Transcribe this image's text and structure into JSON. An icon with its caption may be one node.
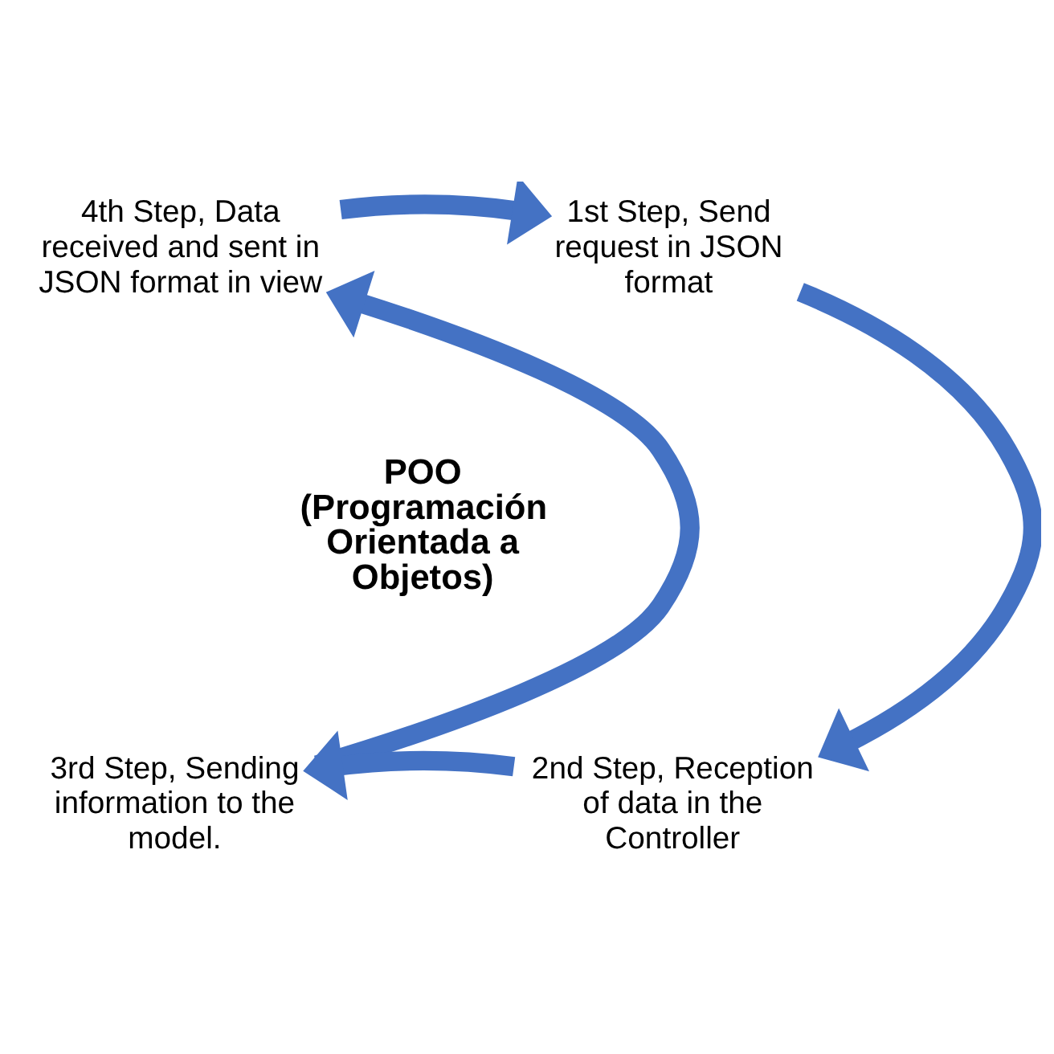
{
  "diagram": {
    "nodes": [
      {
        "text": [
          "4th Step, Data received and sent in JSON format in view"
        ]
      },
      {
        "text": [
          "1st Step, Send request in JSON format"
        ]
      },
      {
        "text": [
          "POO (Programación Orientada a Objetos)"
        ]
      },
      {
        "text": [
          "3rd Step, Sending information to the model."
        ]
      },
      {
        "text": [
          "2nd Step, Reception of data in the Controller"
        ]
      }
    ],
    "edges": [
      {
        "from": 0,
        "to": 1,
        "arrow": "to"
      },
      {
        "from": 1,
        "to": 4,
        "arrow": "to"
      },
      {
        "from": 4,
        "to": 3,
        "arrow": "to"
      },
      {
        "from": 3,
        "to": 0,
        "arrow": "to"
      }
    ]
  }
}
